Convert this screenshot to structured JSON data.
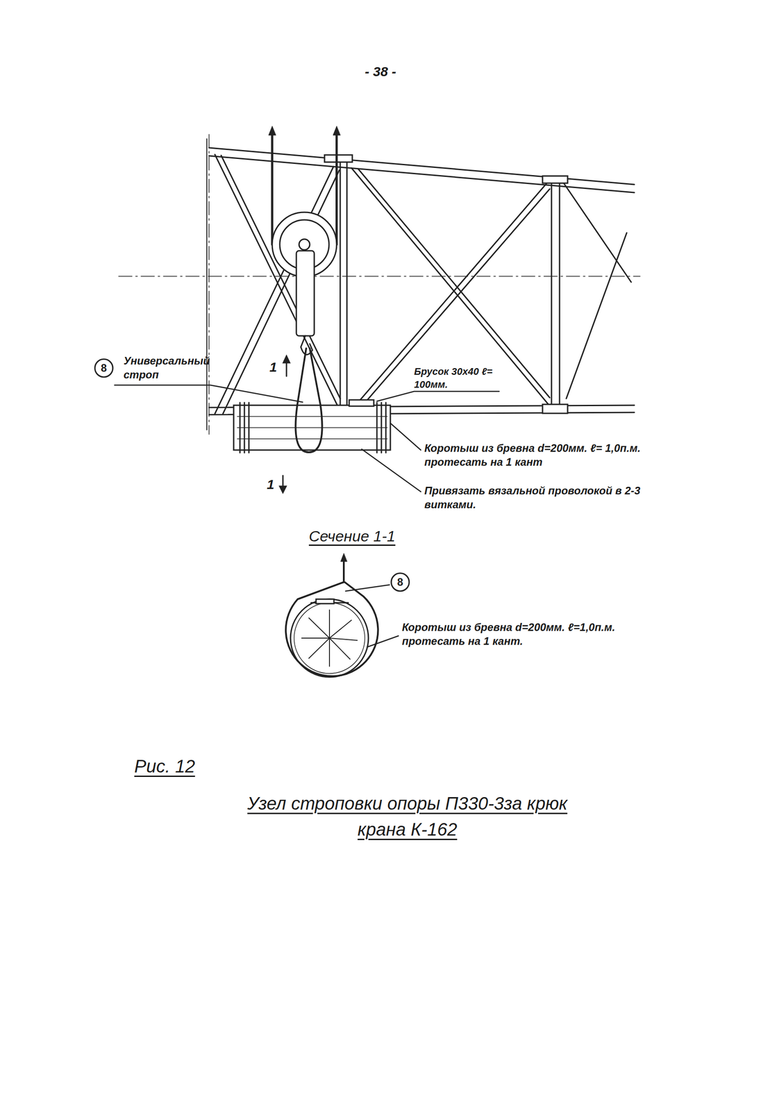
{
  "diagram": {
    "caption": "Узел строповки опоры П330-3за крюк крана К-162",
    "nodes": [
      {
        "text": [
          "8"
        ]
      },
      {
        "text": [
          "8"
        ]
      }
    ],
    "edges": [],
    "labels": [
      "- 38 -",
      "Универсальный строп",
      "1",
      "1",
      "Брусок 30х40 ℓ= 100мм.",
      "Коротыш из бревна d=200мм. ℓ= 1,0п.м. протесать на 1 кант",
      "Привязать вязальной проволокой в 2-3 витками.",
      "Сечение 1-1",
      "Коротыш из бревна d=200мм. ℓ=1,0п.м. протесать на 1 кант.",
      "Рис. 12"
    ]
  }
}
